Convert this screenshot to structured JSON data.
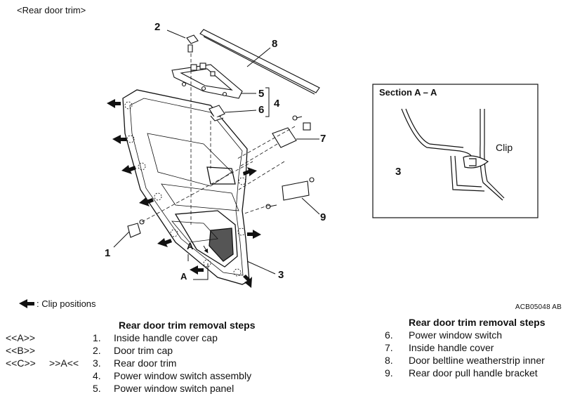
{
  "header": {
    "title": "<Rear door trim>"
  },
  "callouts": {
    "n1": "1",
    "n2": "2",
    "n3": "3",
    "n4": "4",
    "n5": "5",
    "n6": "6",
    "n7": "7",
    "n8": "8",
    "n9": "9",
    "a_top": "A",
    "a_bottom": "A"
  },
  "section": {
    "title": "Section A – A",
    "clip_label": "Clip",
    "part_label": "3"
  },
  "legend": {
    "text": ": Clip positions"
  },
  "reference": "ACB05048 AB",
  "left_steps": {
    "heading": "Rear door trim removal steps",
    "items": [
      {
        "num": "1.",
        "text": "Inside handle cover cap",
        "m1": "<<A>>",
        "m2": ""
      },
      {
        "num": "2.",
        "text": "Door trim cap",
        "m1": "<<B>>",
        "m2": ""
      },
      {
        "num": "3.",
        "text": "Rear door trim",
        "m1": "<<C>>",
        "m2": ">>A<<"
      },
      {
        "num": "4.",
        "text": "Power window switch assembly",
        "m1": "",
        "m2": ""
      },
      {
        "num": "5.",
        "text": "Power window switch panel",
        "m1": "",
        "m2": ""
      }
    ]
  },
  "right_steps": {
    "heading": "Rear door trim removal steps",
    "items": [
      {
        "num": "6.",
        "text": "Power window switch"
      },
      {
        "num": "7.",
        "text": "Inside handle cover"
      },
      {
        "num": "8.",
        "text": "Door beltline weatherstrip inner"
      },
      {
        "num": "9.",
        "text": "Rear door pull handle bracket"
      }
    ]
  }
}
